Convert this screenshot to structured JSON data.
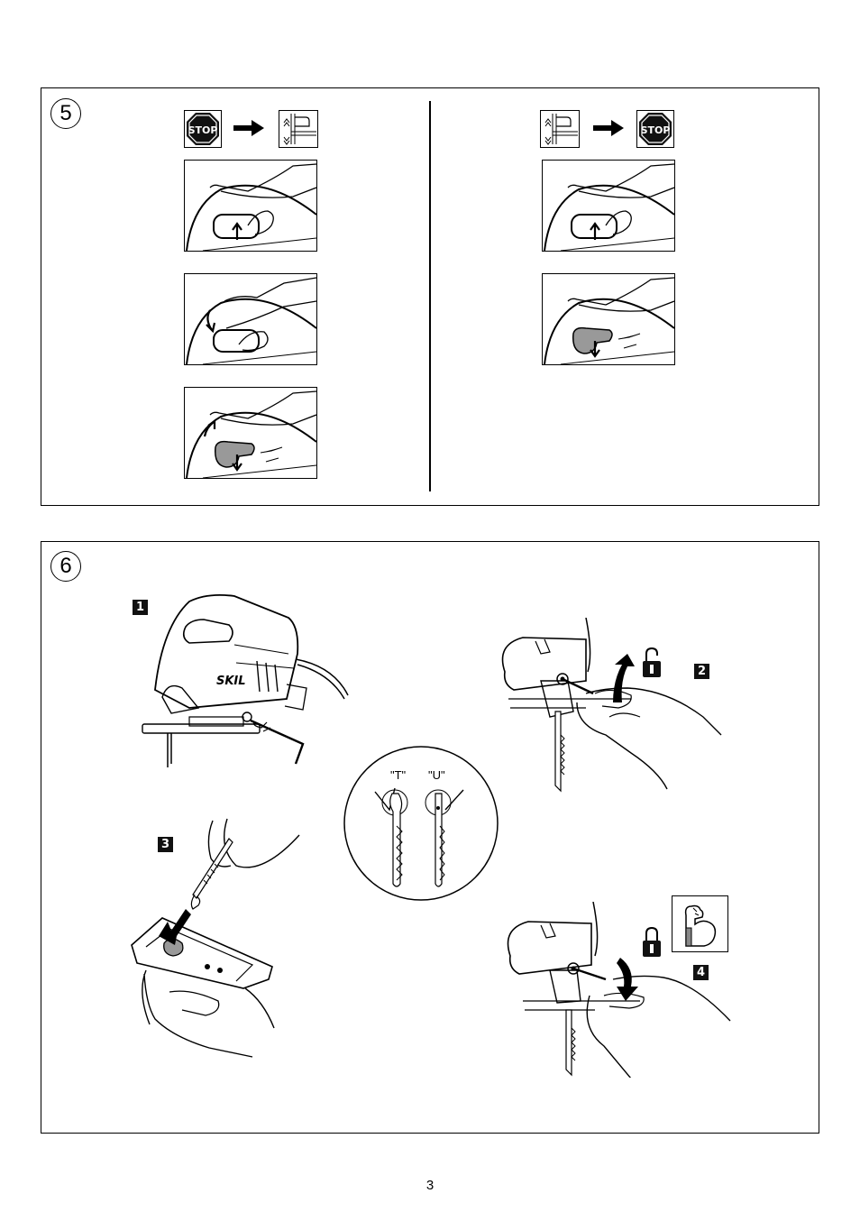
{
  "section5": {
    "number": "5",
    "stop_label": "STOP"
  },
  "section6": {
    "number": "6",
    "steps": [
      "1",
      "2",
      "3",
      "4"
    ],
    "blade_types": [
      "\"T\"",
      "\"U\""
    ],
    "brand": "SKIL"
  },
  "footer": {
    "page_number": "3"
  },
  "icons": [
    "stop-sign-icon",
    "right-arrow-icon",
    "blade-orbit-icon",
    "lock-open-icon",
    "lock-closed-icon",
    "strength-arm-icon"
  ]
}
